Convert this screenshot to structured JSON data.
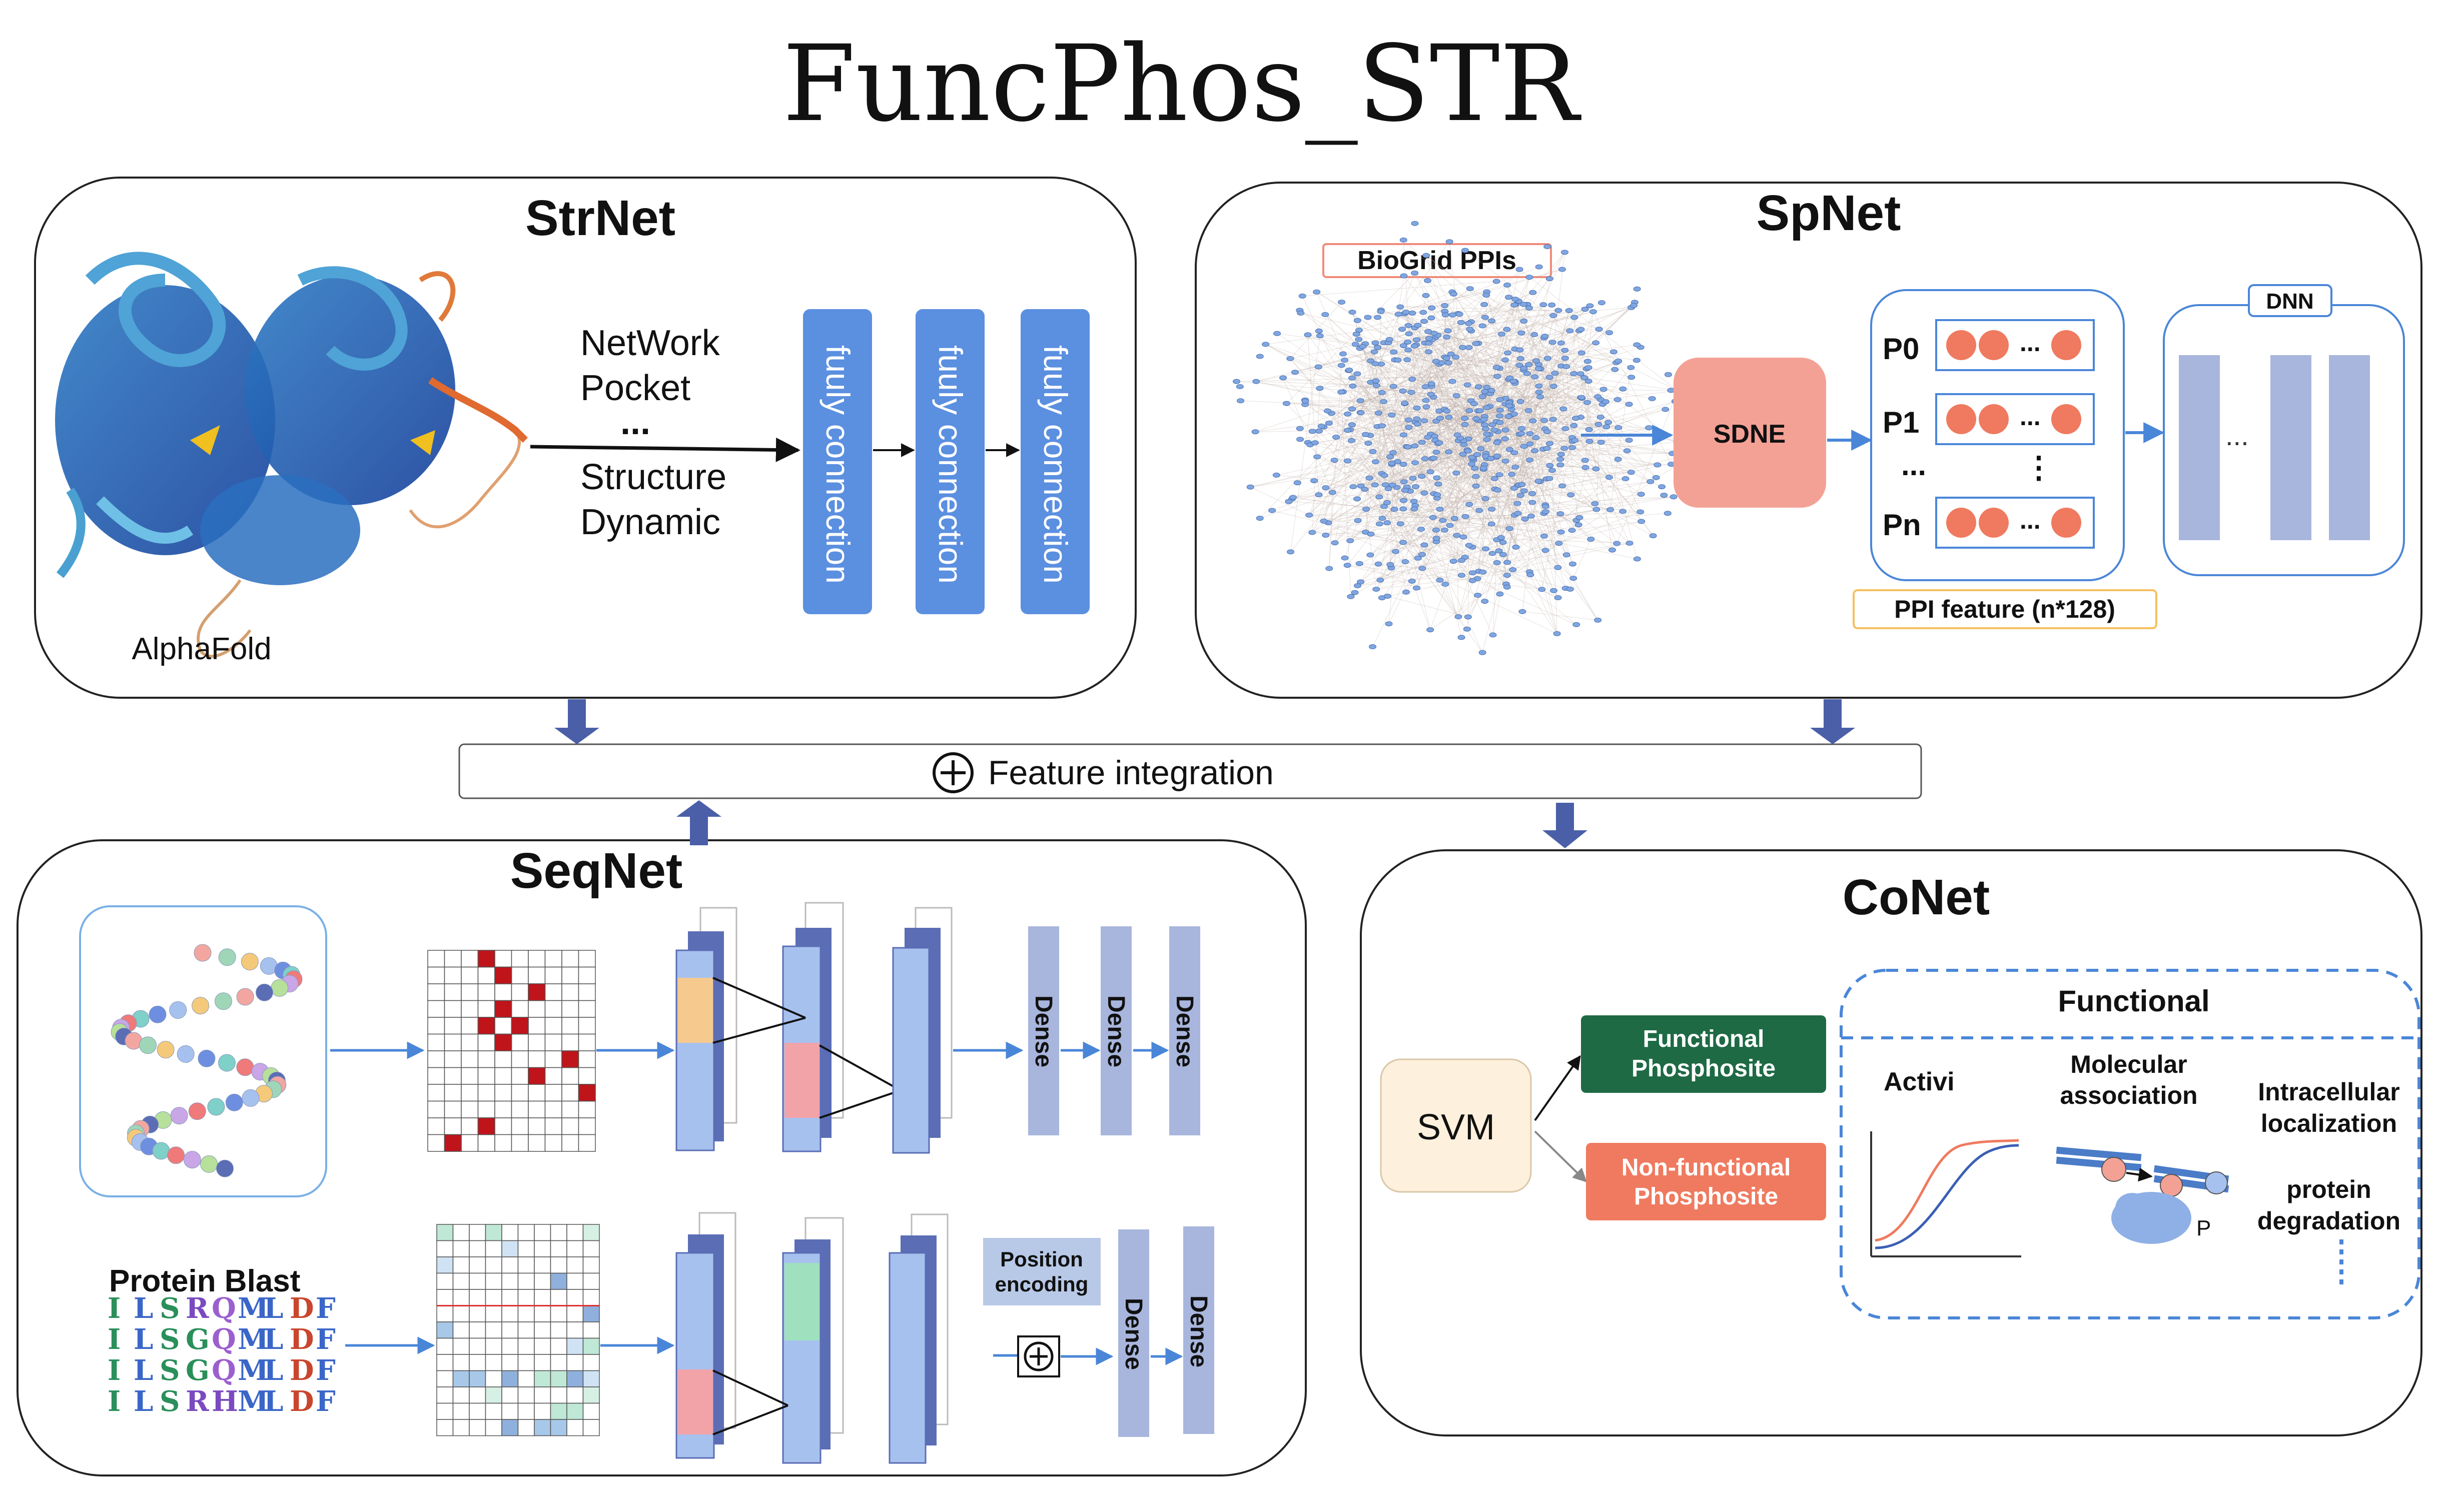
{
  "title": "FuncPhos_STR",
  "strnet": {
    "title": "StrNet",
    "structure_caption": "AlphaFold",
    "feature_lines": [
      "NetWork",
      "Pocket",
      "...",
      "Structure",
      "Dynamic"
    ],
    "fc_labels": [
      "fuuly connection",
      "fuuly connection",
      "fuuly connection"
    ]
  },
  "spnet": {
    "title": "SpNet",
    "ppi_source_label": "BioGrid PPIs",
    "embedding_label": "SDNE",
    "rows": [
      "P0",
      "P1",
      "Pn"
    ],
    "row_ellipsis": "...",
    "dot_ellipsis": "...",
    "feature_label": "PPI feature (n*128)",
    "dnn_label": "DNN",
    "dnn_ellipsis": "..."
  },
  "integration": {
    "symbol": "⊕",
    "label": "Feature integration"
  },
  "seqnet": {
    "title": "SeqNet",
    "blast_label": "Protein Blast",
    "sequences": [
      "ILSRQMLDF",
      "ILSGQMLDF",
      "ILSGQMLDF",
      "ILSRHMLDF"
    ],
    "dense_top": [
      "Dense",
      "Dense",
      "Dense"
    ],
    "position_encoding": "Position encoding",
    "add_symbol": "⊕",
    "dense_bottom": [
      "Dense",
      "Dense"
    ]
  },
  "conet": {
    "title": "CoNet",
    "classifier": "SVM",
    "functional_class": "Functional Phosphosite",
    "nonfunctional_class": "Non-functional Phosphosite",
    "functional_header": "Functional",
    "roles": {
      "activity": "Activi",
      "molecular": "Molecular association",
      "intracellular": "Intracellular localization",
      "degradation": "protein degradation",
      "p_label": "P"
    }
  },
  "colors": {
    "fc_blue": "#5b8fe0",
    "layer_light": "#a7c1ef",
    "layer_dark": "#5b6db5",
    "salmon": "#f4a195",
    "green": "#1e6a45",
    "orange_red": "#ef7a5f",
    "svm_bg": "#fdf0dc",
    "conv_red": "#c0141b",
    "arrow_blue": "#4a86d8",
    "down_arrow": "#4a5fa8"
  }
}
